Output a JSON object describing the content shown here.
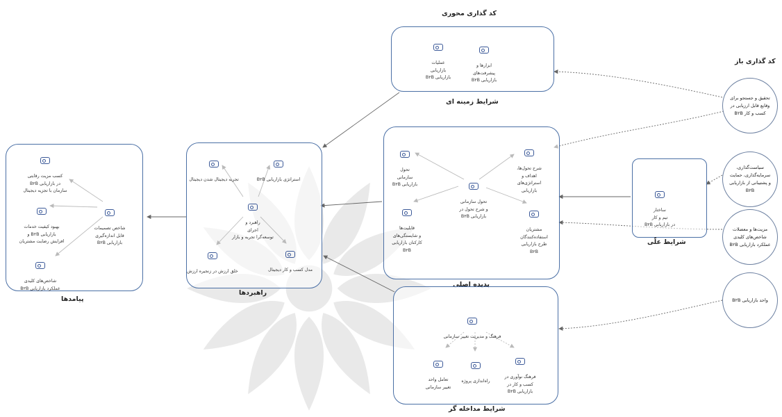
{
  "titles": {
    "axial_coding": "کد گذاری محوری",
    "open_coding": "کد گذاری باز",
    "contextual": "شرایط زمینه ای",
    "core": "پدیده اصلی",
    "causal": "شرایط علّی",
    "strategies": "راهبردها",
    "outcomes": "پیامدها",
    "intervening": "شرایط مداخله گر"
  },
  "contextual_nodes": [
    "عملیات\nبازاریابی\nبازاریابی B٢B",
    "ابزارها و\nپیشرفت‌های\nبازاریابی B٢B"
  ],
  "open_codes": [
    "تحقیق و جستجو برای\nوقایع قابل ارزیابی در\nکسب و کار B٢B",
    "سیاست‌گذاری،\nسرمایه‌گذاری،\nحمایت و پشتیبانی از\nبازاریابی B٢B",
    "مزیت‌ها و معضلات\nشاخص‌های کلیدی\nعملکرد بازاریابی B٢B",
    "واحد بازاریابی B٢B"
  ],
  "causal_node": "ساختار\nتیم و کار\nدر بازاریابی B٢B",
  "core_nodes": {
    "center": "تحول سازمانی\nو شرح تحول در\nبازاریابی B٢B",
    "top_left": "تحول\nسازمانی\nبازاریابی B٢B",
    "top_right": "شرح تحول‌ها،\nاهداف و\nاستراتژی‌های\nبازاریابی",
    "bottom_left": "قابلیت‌ها\nو شایستگی‌های\nکارکنان بازاریابی\nB٢B",
    "bottom_right": "مشتریان\nاستفاده‌کنندگان\nطرح بازاریابی\nB٢B"
  },
  "strategy_nodes": {
    "top_left": "تجربه دیجیتال شدن دیجیتال",
    "top_right": "استراتژی بازاریابی B٢B",
    "center": "راهبرد و\nاجرای\nتوسعه‌گرا تجربه و بازار",
    "bottom_left": "خلق ارزش در زنجیره ارزش",
    "bottom_right": "مدل کسب و کار دیجیتال"
  },
  "outcome_nodes": {
    "top": "کسب مزیت رقابتی\nدر بازاریابی B٢B\nسازمان با تجزیه دیجیتال",
    "middle": "بهبود کیفیت خدمات\nبازاریابی B٢B و\nافزایش رضایت مشتریان",
    "center": "شاخص تصمیمات\nقابل اندازه‌گیری\nبازاریابی B٢B",
    "bottom": "شاخص‌های کلیدی\nعملکرد بازاریابی B٢B"
  },
  "intervening_nodes": {
    "top": "فرهنگ و مدیریت تغییر سازمانی",
    "bottom_left": "تعامل واحد\nتغییر سازمانی",
    "bottom_center": "راه‌اندازی پروژه",
    "bottom_right": "فرهنگ نوآوری در\nکسب و کار در\nبازاریابی B٢B"
  },
  "colors": {
    "box_border": "#4a6fa5",
    "code_icon": "#3b5998",
    "arrow": "#666666"
  },
  "icon": "code-document-icon"
}
